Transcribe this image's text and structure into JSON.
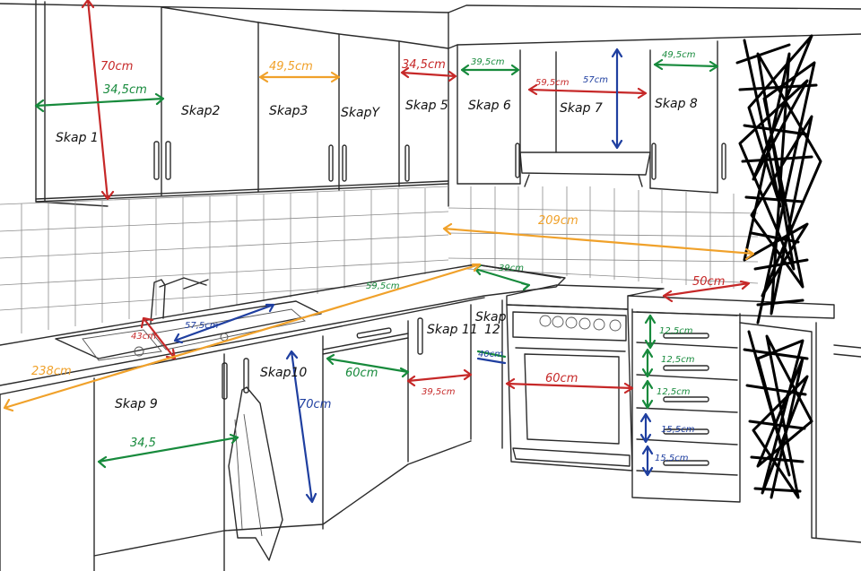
{
  "colors": {
    "red": "#c62828",
    "green": "#178a3c",
    "orange": "#f0a12a",
    "blue": "#1f3fa0",
    "ink": "#2b2b2b"
  },
  "cabinets": {
    "skap1": "Skap 1",
    "skap2": "Skap2",
    "skap3": "Skap3",
    "skap4": "SkapY",
    "skap5": "Skap 5",
    "skap6": "Skap 6",
    "skap7": "Skap 7",
    "skap8": "Skap 8",
    "skap9": "Skap 9",
    "skap10": "Skap10",
    "skap11": "Skap 11",
    "skap12_line1": "Skap",
    "skap12_line2": "12"
  },
  "dimensions": {
    "height_70_upper": "70cm",
    "depth_34_5_upper": "34,5cm",
    "width_49_5_a": "49,5cm",
    "width_34_5_b": "34,5cm",
    "width_39_5_c": "39,5cm",
    "width_59_5_d": "59,5cm",
    "height_57_e": "57cm",
    "width_49_5_f": "49,5cm",
    "width_209": "209cm",
    "depth_39": "39cm",
    "width_59_5_counter": "59,5cm",
    "width_57_5_sink": "57,5cm",
    "depth_43_sink": "43cm",
    "width_238": "238cm",
    "width_50": "50cm",
    "height_12_5_a": "12,5cm",
    "height_12_5_b": "12,5cm",
    "height_12_5_c": "12,5cm",
    "height_15_5_a": "15,5cm",
    "height_15_5_b": "15,5cm",
    "width_60_oven": "60cm",
    "width_60_lower": "60cm",
    "width_39_5_lower": "39,5cm",
    "width_40_skap12": "40cm",
    "height_70_lower": "70cm",
    "depth_34_5_lower": "34,5"
  }
}
